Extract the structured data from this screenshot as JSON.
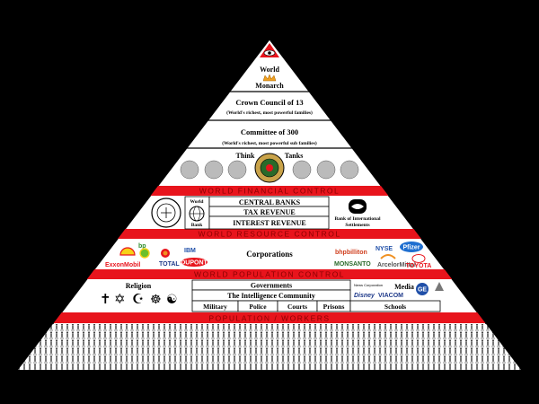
{
  "tiers": {
    "world_monarch": {
      "line1": "World",
      "line2": "Monarch"
    },
    "crown_council": {
      "title": "Crown Council of 13",
      "subtitle": "(World's richest, most powerful families)"
    },
    "committee": {
      "title": "Committee of 300",
      "subtitle": "(World's richest, most powerful sub families)"
    },
    "think_tanks": {
      "left": "Think",
      "right": "Tanks"
    },
    "banks": {
      "world_bank_line1": "World",
      "world_bank_line2": "Bank",
      "central": "CENTRAL BANKS",
      "tax": "TAX REVENUE",
      "interest": "INTEREST REVENUE",
      "bis_line1": "Bank of International",
      "bis_line2": "Settlements"
    },
    "corporations": {
      "title": "Corporations",
      "logos": [
        "Shell",
        "bp",
        "ExxonMobil",
        "TOTAL",
        "IBM",
        "DUPONT",
        "bhpbilliton",
        "MONSANTO",
        "NYSE",
        "Pfizer",
        "ArcelorMittal",
        "TOYOTA"
      ]
    },
    "population_control": {
      "religion": "Religion",
      "governments": "Governments",
      "intelligence": "The Intelligence Community",
      "military": "Military",
      "police": "Police",
      "courts": "Courts",
      "prisons": "Prisons",
      "media": "Media",
      "schools": "Schools",
      "media_logos": [
        "News Corporation",
        "Disney",
        "VIACOM",
        "GE"
      ]
    }
  },
  "bands": {
    "financial": "WORLD FINANCIAL CONTROL",
    "resource": "WORLD RESOURCE CONTROL",
    "population": "WORLD POPULATION CONTROL",
    "workers": "POPULATION / WORKERS"
  },
  "colors": {
    "band_red": "#e8141c",
    "band_text": "#8a0000",
    "outline": "#000000",
    "background": "#000000"
  }
}
